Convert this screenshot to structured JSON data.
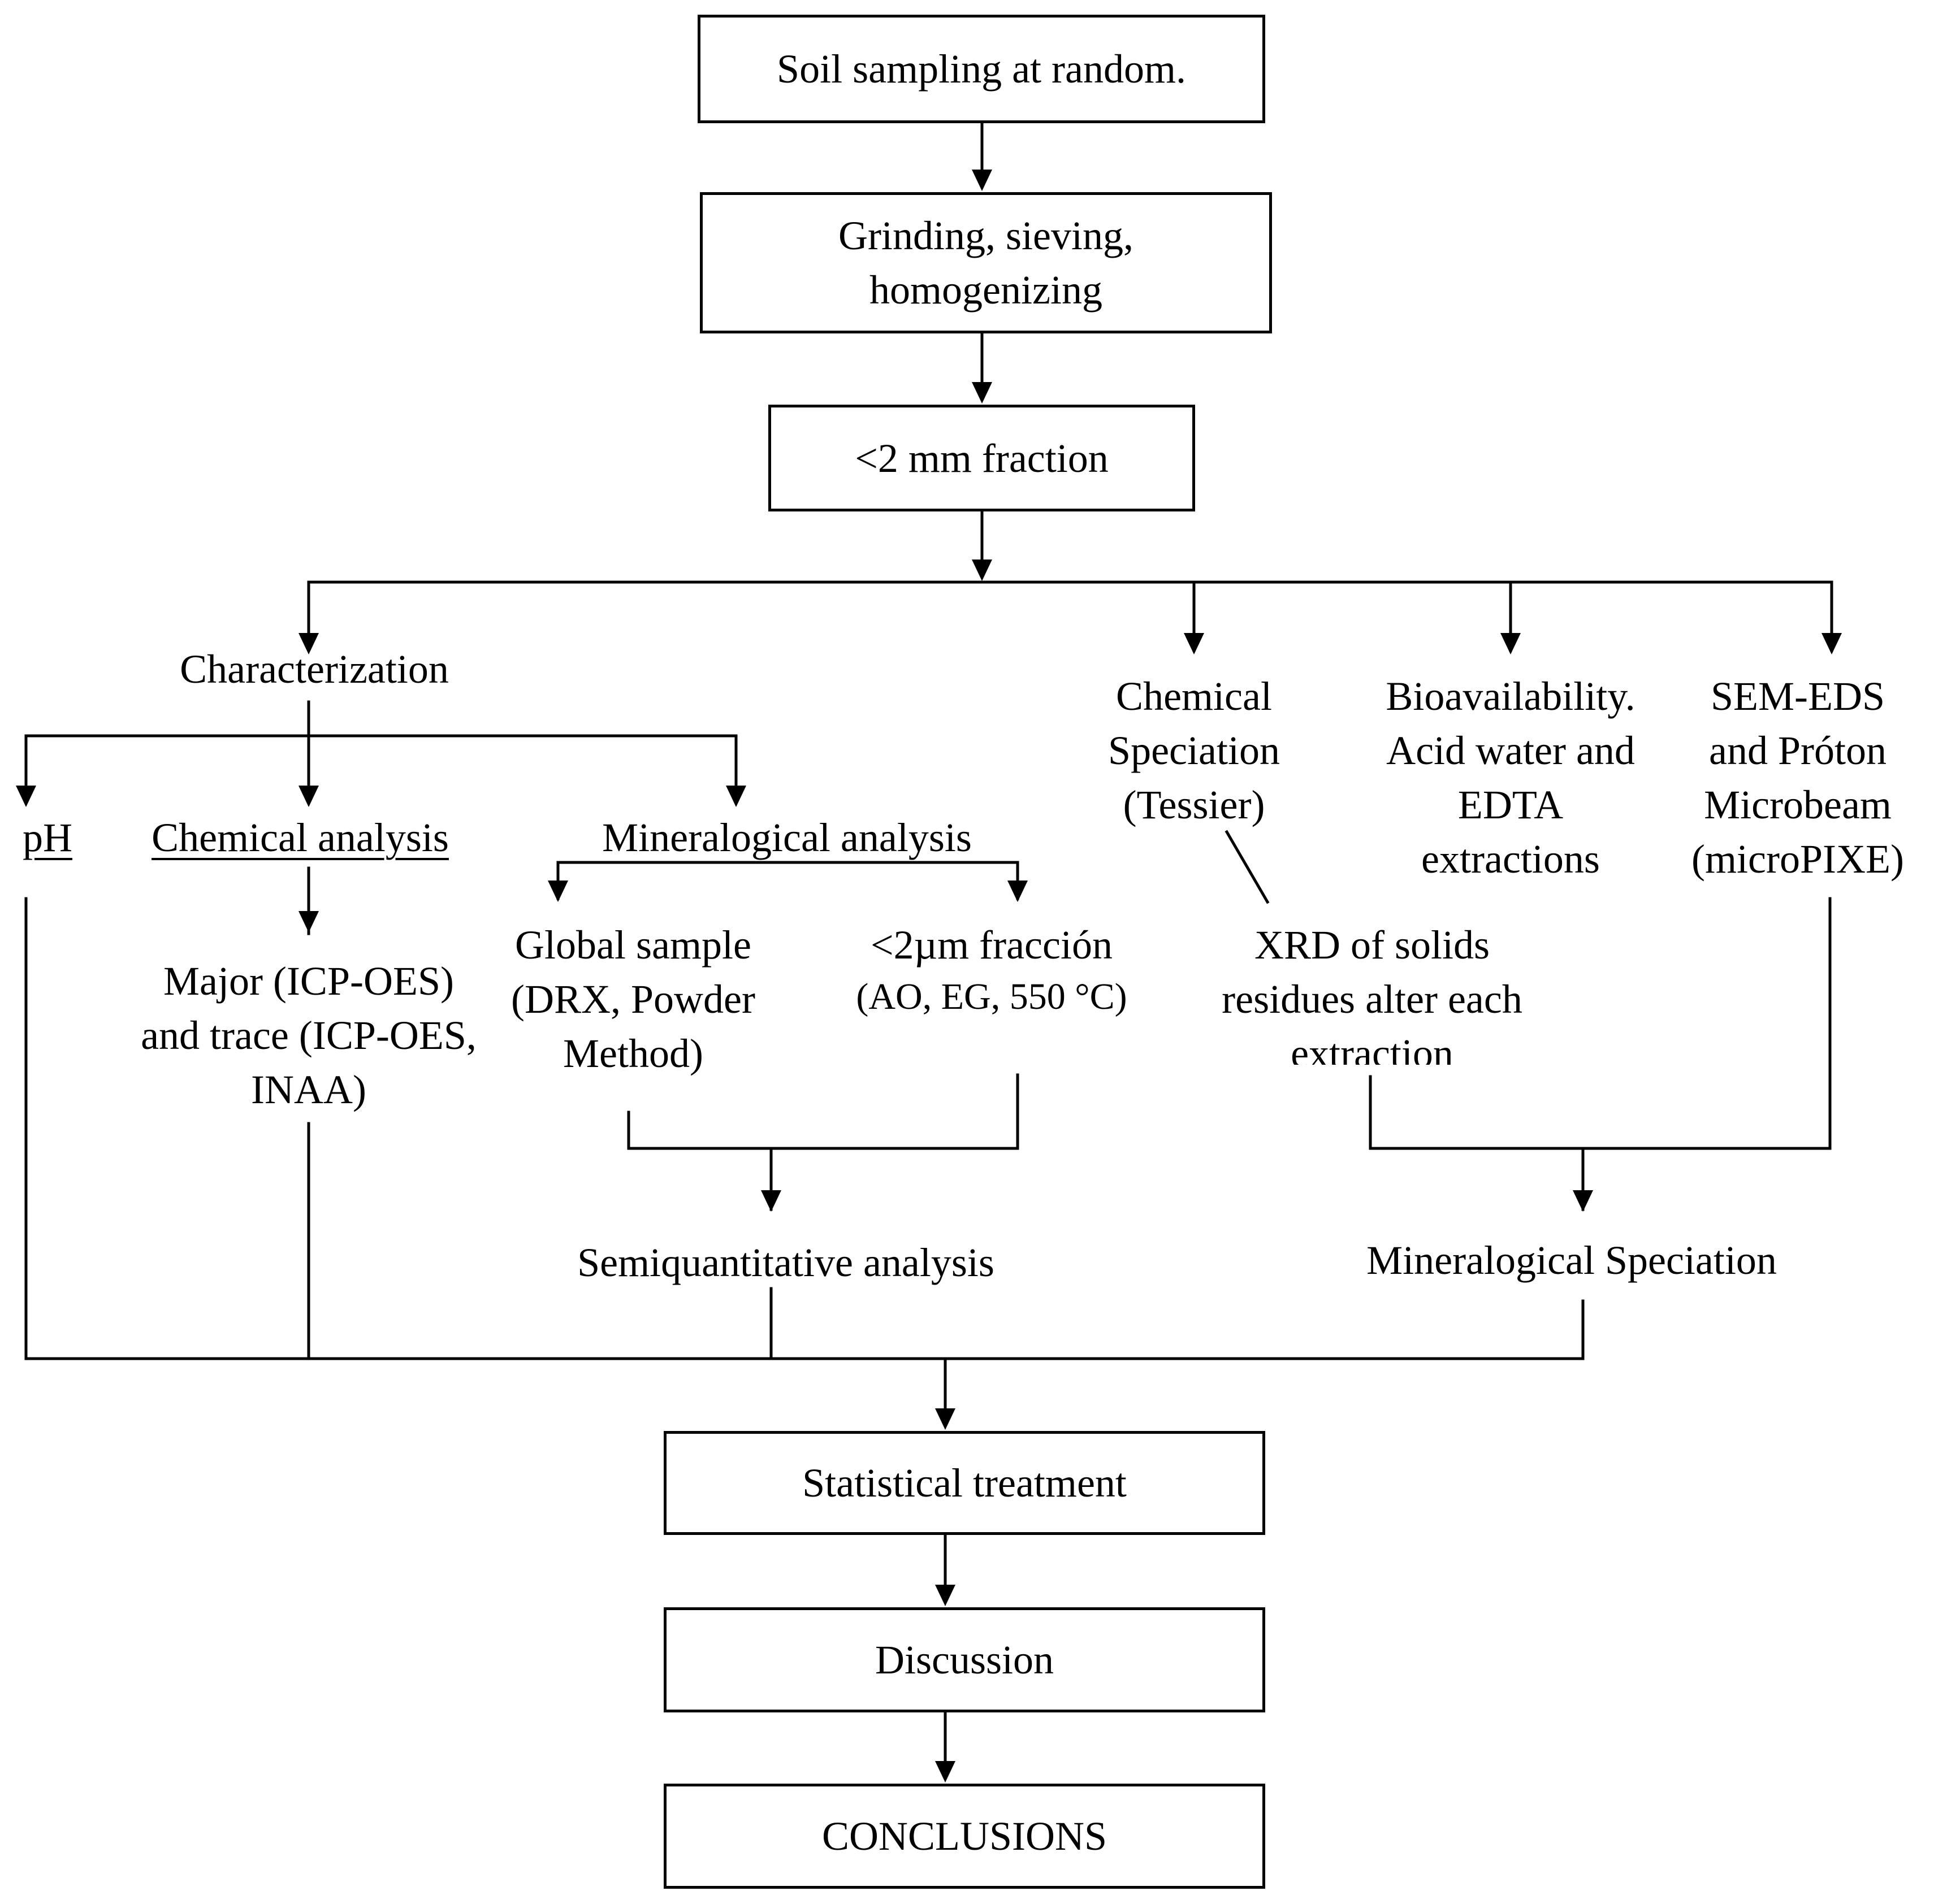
{
  "nodes": {
    "soil_sampling": "Soil sampling at random.",
    "grinding": "Grinding, sieving,\nhomogenizing",
    "fraction": "<2 mm fraction",
    "characterization": "Characterization",
    "chemical_speciation": "Chemical\nSpeciation\n(Tessier)",
    "bioavailability": "Bioavailability.\nAcid water and\nEDTA\nextractions",
    "sem_eds": "SEM-EDS\nand Próton\nMicrobeam\n(microPIXE)",
    "ph": "pH",
    "chemical_analysis": "Chemical analysis",
    "mineralogical_analysis": "Mineralogical analysis",
    "major_trace": "Major (ICP-OES)\nand trace (ICP-OES,\nINAA)",
    "global_sample": "Global sample\n(DRX, Powder\nMethod)",
    "fraccion_2um": "<2µm fracción",
    "fraccion_conditions": "(AO, EG, 550 °C)",
    "xrd_solids": "XRD of solids\nresidues alter each\nextraction",
    "semiquantitative": "Semiquantitative analysis",
    "mineralogical_speciation": "Mineralogical Speciation",
    "statistical_treatment": "Statistical treatment",
    "discussion": "Discussion",
    "conclusions": "CONCLUSIONS"
  }
}
